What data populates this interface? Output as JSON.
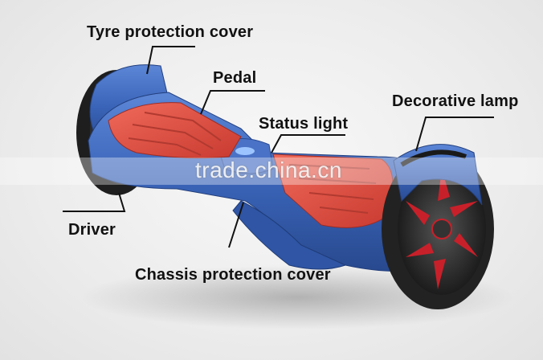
{
  "labels": {
    "tyre_protection_cover": "Tyre protection cover",
    "pedal": "Pedal",
    "status_light": "Status light",
    "decorative_lamp": "Decorative lamp",
    "driver": "Driver",
    "chassis_protection_cover": "Chassis protection cover"
  },
  "watermark": "trade.china.cn",
  "colors": {
    "body_blue": "#3a64b8",
    "pedal_red": "#d94a3e",
    "tyre_dark": "#222222",
    "hub_red": "#c8202a",
    "leader_line": "#111111"
  }
}
